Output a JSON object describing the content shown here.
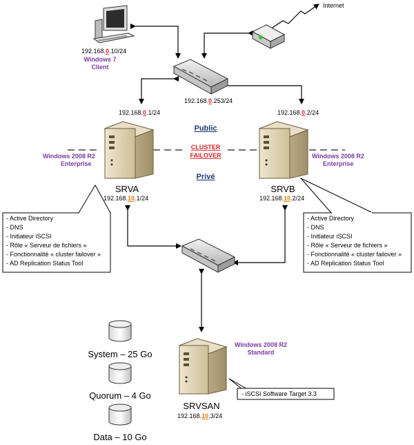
{
  "internet_label": "Internet",
  "client": {
    "ip": {
      "pre": "192.168.",
      "oct": "0",
      "post": ".10/24"
    },
    "os_line1": "Windows 7",
    "os_line2": "Client"
  },
  "switch_public_ip": {
    "pre": "192.168.",
    "oct": "0",
    "post": ".253/24"
  },
  "srva": {
    "name": "SRVA",
    "ip_public": {
      "pre": "192.168.",
      "oct": "0",
      "post": ".1/24"
    },
    "ip_private": {
      "pre": "192.168.",
      "oct": "10",
      "post": ".1/24"
    },
    "os_line1": "Windows 2008 R2",
    "os_line2": "Enterprise",
    "roles": [
      "- Active Directory",
      "- DNS",
      "- Initiateur iSCSI",
      "- Rôle « Serveur de fichiers »",
      "- Fonctionnalité « cluster failover »",
      "- AD Replication Status Tool"
    ]
  },
  "srvb": {
    "name": "SRVB",
    "ip_public": {
      "pre": "192.168.",
      "oct": "0",
      "post": ".2/24"
    },
    "ip_private": {
      "pre": "192.168.",
      "oct": "10",
      "post": ".2/24"
    },
    "os_line1": "Windows 2008 R2",
    "os_line2": "Enterprise",
    "roles": [
      "- Active Directory",
      "- DNS",
      "- Initiateur iSCSI",
      "- Rôle « Serveur de fichiers »",
      "- Fonctionnalité « cluster failover »",
      "- AD Replication Status Tool"
    ]
  },
  "zones": {
    "public": "Public",
    "private": "Privé",
    "cluster_line1": "CLUSTER",
    "cluster_line2": "FAILOVER"
  },
  "srvsan": {
    "name": "SRVSAN",
    "ip": {
      "pre": "192.168.",
      "oct": "10",
      "post": ".3/24"
    },
    "os_line1": "Windows 2008 R2",
    "os_line2": "Standard",
    "roles": [
      "- iSCSI Software Target 3.3"
    ]
  },
  "disks": [
    "System – 25 Go",
    "Quorum – 4 Go",
    "Data – 10 Go"
  ],
  "colors": {
    "os_label": "#7a3aa3",
    "octet_public": "#d4232a",
    "octet_private": "#e07b00",
    "zone_label": "#1f3b73",
    "cluster": "#d4232a"
  }
}
